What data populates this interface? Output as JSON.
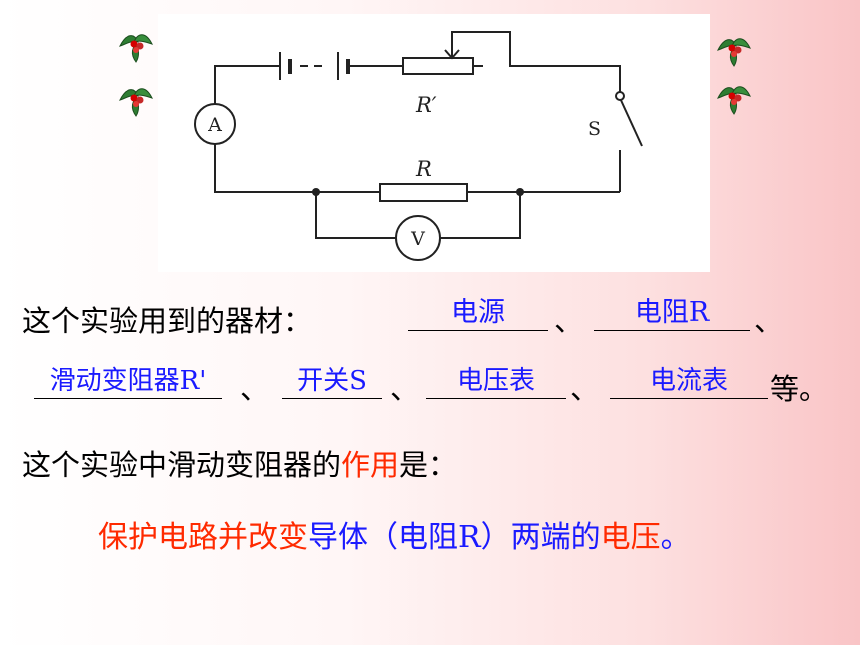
{
  "circuit": {
    "ammeter_label": "A",
    "voltmeter_label": "V",
    "switch_label": "S",
    "rheostat_label": "R′",
    "resistor_label": "R"
  },
  "line1": {
    "prefix": "这个实验用到的器材：",
    "sep1": "、",
    "sep2": "、",
    "answers": [
      "电源",
      "电阻R"
    ]
  },
  "line2": {
    "sep1": "、",
    "sep2": "、",
    "sep3": "、",
    "suffix": "等。",
    "answers": [
      "滑动变阻器R'",
      "开关S",
      "电压表",
      "电流表"
    ]
  },
  "question": {
    "part1": "这个实验中滑动变阻器的",
    "part2": "作用",
    "part3": "是："
  },
  "answer": {
    "part1": "保护电路并改变",
    "part2": "导体（电阻R）两端的",
    "part3": "电压",
    "part4": "。"
  },
  "colors": {
    "red": "#ff2a00",
    "blue": "#1a1aff"
  }
}
